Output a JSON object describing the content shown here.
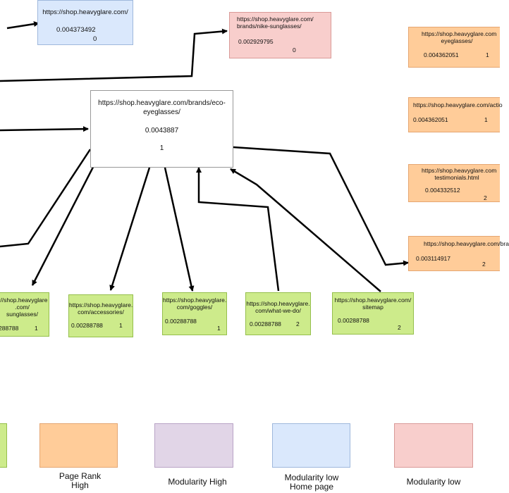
{
  "central": {
    "url": "https://shop.heavyglare.com/brands/eco-eyeglasses/",
    "rank": "0.0043887",
    "mod": "1"
  },
  "top_nodes": [
    {
      "url": "https://shop.heavyglare.com/",
      "rank": "0.004373492",
      "mod": "0"
    },
    {
      "url": "https://shop.heavyglare.com/ brands/nike-sunglasses/",
      "rank": "0.002929795",
      "mod": "0"
    }
  ],
  "right_nodes": [
    {
      "url": "https://shop.heavyglare.com eyeglasses/",
      "rank": "0.004362051",
      "mod": "1"
    },
    {
      "url": "https://shop.heavyglare.com/actio",
      "rank": "0.004362051",
      "mod": "1"
    },
    {
      "url": "https://shop.heavyglare.com testimonials.html",
      "rank": "0.004332512",
      "mod": "2"
    },
    {
      "url": "https://shop.heavyglare.com/bra",
      "rank": "0.003114917",
      "mod": "2"
    }
  ],
  "bottom_nodes": [
    {
      "url": "://shop.heavyglare .com/ sunglasses/",
      "rank": "288788",
      "mod": "1"
    },
    {
      "url": "https://shop.heavyglare. com/accessories/",
      "rank": "0.00288788",
      "mod": "1"
    },
    {
      "url": "https://shop.heavyglare. com/goggles/",
      "rank": "0.00288788",
      "mod": "1"
    },
    {
      "url": "https://shop.heavyglare. com/what-we-do/",
      "rank": "0.00288788",
      "mod": "2"
    },
    {
      "url": "https://shop.heavyglare.com/ sitemap",
      "rank": "0.00288788",
      "mod": "2"
    }
  ],
  "legend": [
    {
      "label": "",
      "color": "#cdeb8b"
    },
    {
      "label": "Page Rank High",
      "color": "#ffcc99"
    },
    {
      "label": "Modularity High",
      "color": "#e1d5e7"
    },
    {
      "label": "Modularity low Home page",
      "color": "#dae8fc"
    },
    {
      "label": "Modularity low",
      "color": "#f8cecc"
    }
  ]
}
